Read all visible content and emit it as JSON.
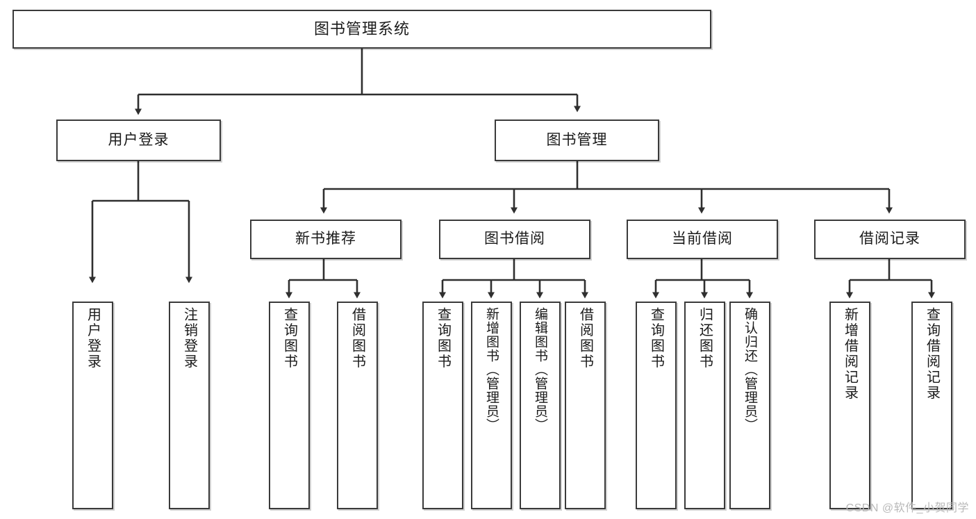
{
  "diagram": {
    "title": "图书管理系统",
    "watermark": "CSDN @软件_小贺同学",
    "levels": {
      "root": {
        "label": "图书管理系统"
      },
      "level2": [
        {
          "label": "用户登录"
        },
        {
          "label": "图书管理"
        }
      ],
      "level3": [
        {
          "label": "新书推荐"
        },
        {
          "label": "图书借阅"
        },
        {
          "label": "当前借阅"
        },
        {
          "label": "借阅记录"
        }
      ],
      "leaves": {
        "user_login": [
          {
            "label": "用户登录"
          },
          {
            "label": "注销登录"
          }
        ],
        "new_book_recommend": [
          {
            "label": "查询图书"
          },
          {
            "label": "借阅图书"
          }
        ],
        "book_borrow": [
          {
            "label": "查询图书"
          },
          {
            "label": "新增图书（管理员）"
          },
          {
            "label": "编辑图书（管理员）"
          },
          {
            "label": "借阅图书"
          }
        ],
        "current_borrow": [
          {
            "label": "查询图书"
          },
          {
            "label": "归还图书"
          },
          {
            "label": "确认归还（管理员）"
          }
        ],
        "borrow_record": [
          {
            "label": "新增借阅记录"
          },
          {
            "label": "查询借阅记录"
          }
        ]
      }
    },
    "colors": {
      "border": "#3a3a3a",
      "text": "#1a1a1a",
      "background": "#ffffff",
      "watermark": "#b9b9b9"
    }
  }
}
